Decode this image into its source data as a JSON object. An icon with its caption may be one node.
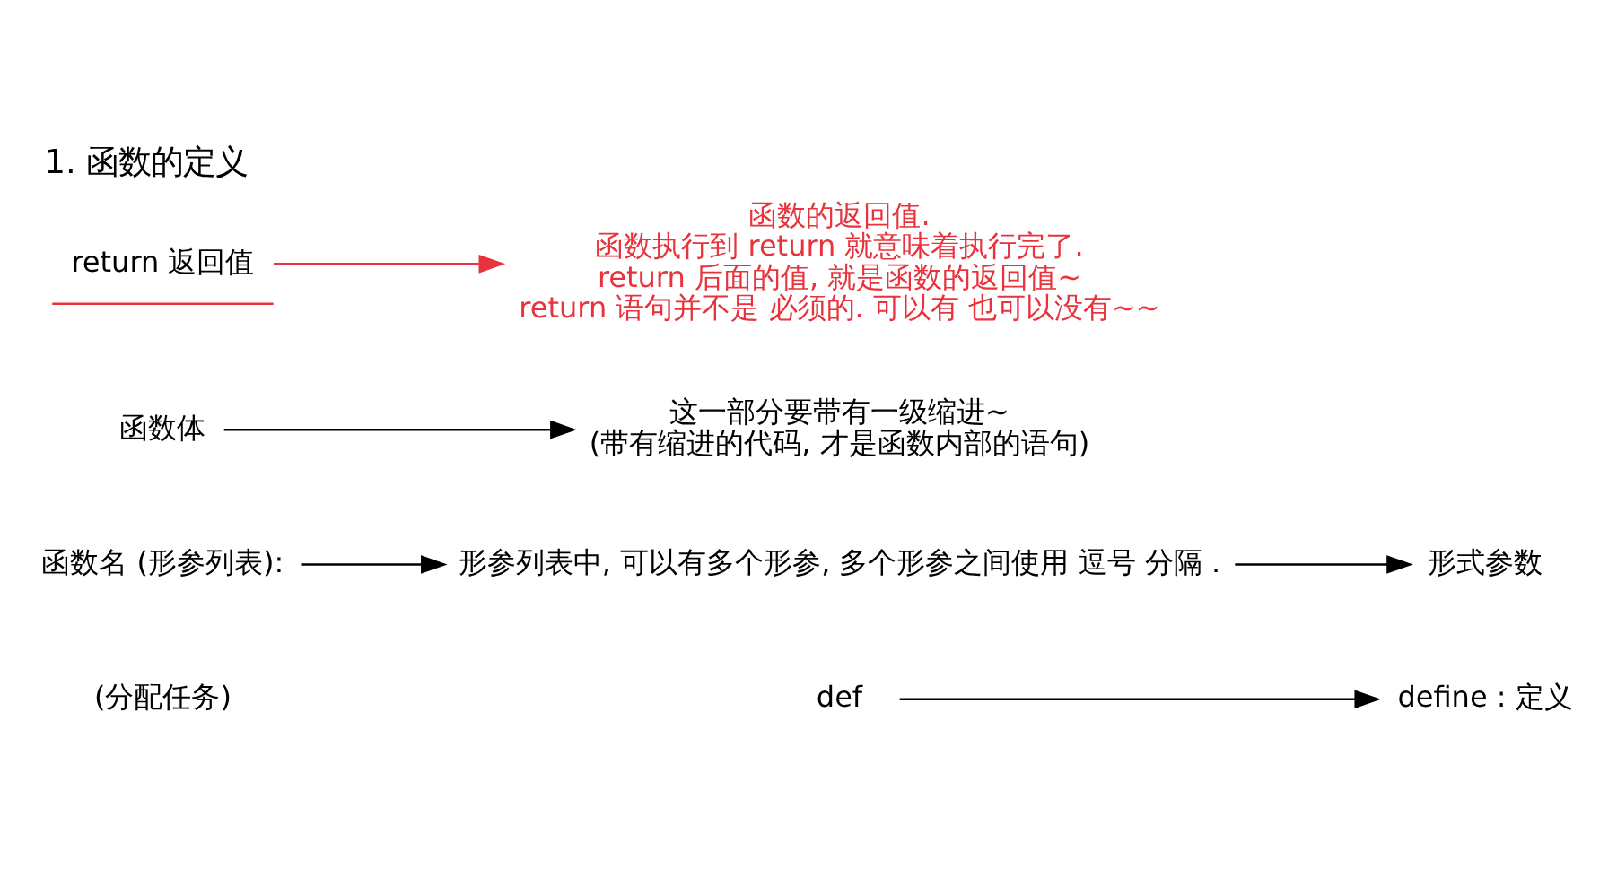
{
  "diagram": {
    "title": "1. 函数的定义",
    "nodes": [
      {
        "text": [
          "def"
        ]
      },
      {
        "text": [
          "define : 定义"
        ]
      },
      {
        "text": [
          "函数名 (形参列表):"
        ]
      },
      {
        "text": [
          "形参列表中, 可以有多个形参, 多个形参之间使用 逗号 分隔 ."
        ]
      },
      {
        "text": [
          "形式参数"
        ]
      },
      {
        "text": [
          "函数体"
        ]
      },
      {
        "text": [
          "这一部分要带有一级缩进~",
          "(带有缩进的代码, 才是函数内部的语句)"
        ]
      },
      {
        "text": [
          "return 返回值"
        ]
      },
      {
        "text": [
          "函数的返回值.",
          "函数执行到 return 就意味着执行完了.",
          "return 后面的值, 就是函数的返回值~",
          "return 语句并不是 必须的. 可以有 也可以没有~~"
        ]
      }
    ],
    "edges": [
      {
        "from": 0,
        "to": 1,
        "arrow": "to"
      },
      {
        "from": 2,
        "to": 3,
        "arrow": "to"
      },
      {
        "from": 3,
        "to": 4,
        "arrow": "to"
      },
      {
        "from": 5,
        "to": 6,
        "arrow": "to"
      },
      {
        "from": 7,
        "to": 8,
        "arrow": "to",
        "color": "#e8323c"
      }
    ],
    "labels": [
      "(分配任务)"
    ]
  }
}
